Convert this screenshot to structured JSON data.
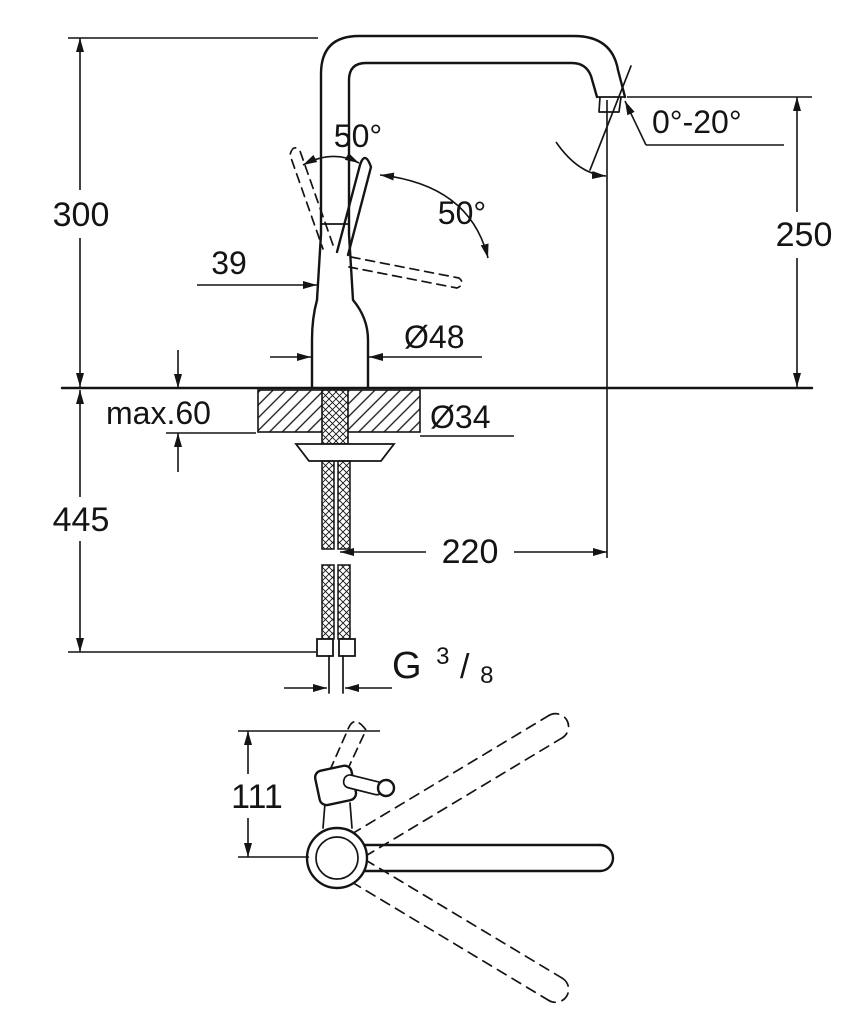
{
  "drawing": {
    "name": "kitchen-faucet-dimension-drawing",
    "colors": {
      "line": "#141414",
      "background": "#ffffff"
    },
    "labels": {
      "dim_300": "300",
      "dim_250": "250",
      "dim_445": "445",
      "dim_220": "220",
      "dim_111": "111",
      "dim_39": "39",
      "angle_handle_1": "50°",
      "angle_handle_2": "50°",
      "angle_spout": "0°-20°",
      "dia_base": "Ø48",
      "dia_hole": "Ø34",
      "max_thickness": "max.60",
      "thread_prefix": "G",
      "thread_numerator": "3",
      "thread_slash": "/",
      "thread_denominator": "8"
    }
  }
}
